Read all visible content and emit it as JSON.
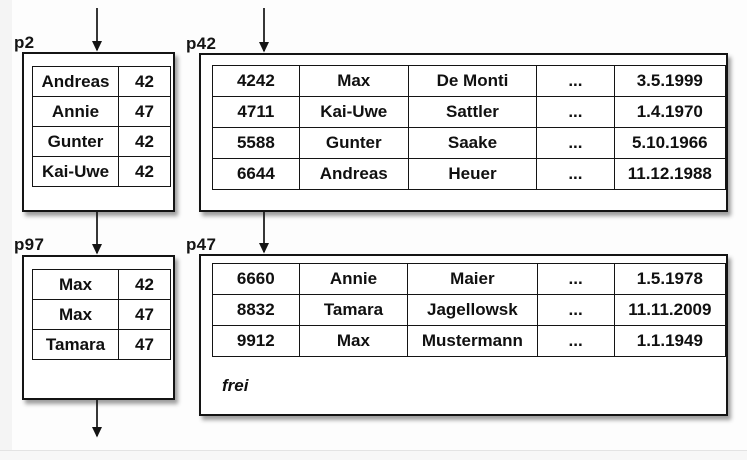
{
  "canvas": {
    "background": "#fdfdfd",
    "page_fill": "#ffffff",
    "stroke_color": "#141414"
  },
  "pages": [
    {
      "id": "p2",
      "label": "p2",
      "rows": [
        [
          "Andreas",
          "42"
        ],
        [
          "Annie",
          "47"
        ],
        [
          "Gunter",
          "42"
        ],
        [
          "Kai-Uwe",
          "42"
        ]
      ]
    },
    {
      "id": "p42",
      "label": "p42",
      "rows": [
        [
          "4242",
          "Max",
          "De Monti",
          "...",
          "3.5.1999"
        ],
        [
          "4711",
          "Kai-Uwe",
          "Sattler",
          "...",
          "1.4.1970"
        ],
        [
          "5588",
          "Gunter",
          "Saake",
          "...",
          "5.10.1966"
        ],
        [
          "6644",
          "Andreas",
          "Heuer",
          "...",
          "11.12.1988"
        ]
      ]
    },
    {
      "id": "p97",
      "label": "p97",
      "rows": [
        [
          "Max",
          "42"
        ],
        [
          "Max",
          "47"
        ],
        [
          "Tamara",
          "47"
        ]
      ]
    },
    {
      "id": "p47",
      "label": "p47",
      "rows": [
        [
          "6660",
          "Annie",
          "Maier",
          "...",
          "1.5.1978"
        ],
        [
          "8832",
          "Tamara",
          "Jagellowsk",
          "...",
          "11.11.2009"
        ],
        [
          "9912",
          "Max",
          "Mustermann",
          "...",
          "1.1.1949"
        ]
      ],
      "free_label": "frei"
    }
  ],
  "arrows": [
    {
      "name": "arrow-into-p2",
      "from": "outside-top",
      "to": "p2"
    },
    {
      "name": "arrow-into-p42",
      "from": "outside-top",
      "to": "p42"
    },
    {
      "name": "arrow-p2-to-p97",
      "from": "p2",
      "to": "p97"
    },
    {
      "name": "arrow-p42-to-p47",
      "from": "p42",
      "to": "p47"
    },
    {
      "name": "arrow-out-of-p97",
      "from": "p97",
      "to": "outside-bottom"
    }
  ]
}
